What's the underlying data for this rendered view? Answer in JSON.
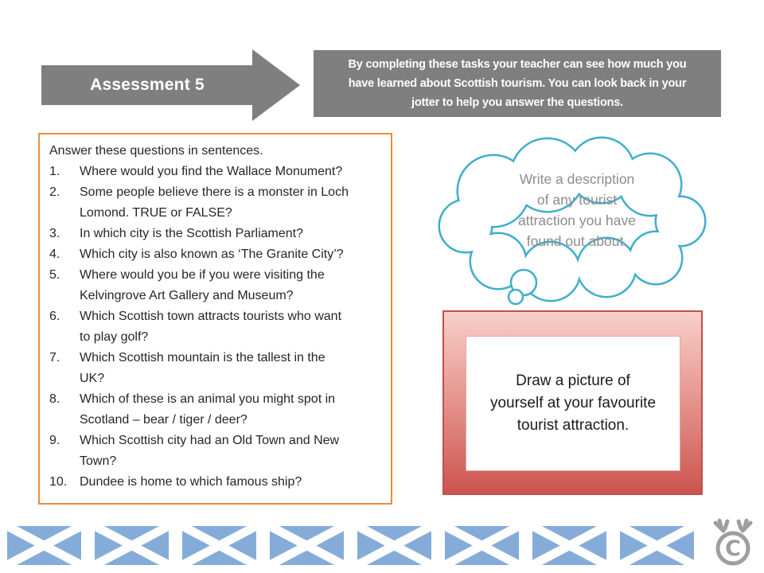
{
  "header": {
    "title": "Assessment 5",
    "intro_lines": [
      "By completing these tasks your teacher can see how much you",
      "have learned about Scottish tourism. You can look back in your",
      "jotter to help you answer the questions."
    ]
  },
  "question_panel": {
    "heading": "Answer these questions in sentences.",
    "questions": [
      {
        "num": "1.",
        "lines": [
          "Where would you find the Wallace Monument?"
        ]
      },
      {
        "num": "2.",
        "lines": [
          "Some people believe there is a monster in Loch",
          "Lomond. TRUE or FALSE?"
        ]
      },
      {
        "num": "3.",
        "lines": [
          "In which city is the Scottish Parliament?"
        ]
      },
      {
        "num": "4.",
        "lines": [
          "Which city is also known as ‘The Granite City’?"
        ]
      },
      {
        "num": "5.",
        "lines": [
          "Where would you be if you were visiting the",
          "Kelvingrove Art Gallery and Museum?"
        ]
      },
      {
        "num": "6.",
        "lines": [
          "Which Scottish town attracts tourists who want",
          "to play golf?"
        ]
      },
      {
        "num": "7.",
        "lines": [
          "Which Scottish mountain is the tallest in the",
          "UK?"
        ]
      },
      {
        "num": "8.",
        "lines": [
          "Which of these is an animal you might spot in",
          "Scotland – bear / tiger / deer?"
        ]
      },
      {
        "num": "9.",
        "lines": [
          "Which Scottish city had an Old Town and New",
          "Town?"
        ]
      },
      {
        "num": "10.",
        "lines": [
          "Dundee is home to which famous ship?"
        ]
      }
    ]
  },
  "thought_bubble": {
    "lines": [
      "Write a description",
      "of any tourist",
      "attraction you have",
      "found out about."
    ]
  },
  "draw_panel": {
    "lines": [
      "Draw a picture of",
      "yourself at your favourite",
      "tourist attraction."
    ]
  },
  "footer": {
    "flag_count": 8,
    "logo_letter": "C"
  },
  "colors": {
    "arrow_gray": "#7F7F7F",
    "intro_gray": "#7F7F7F",
    "orange_border": "#ED8C3B",
    "teal": "#3FAECB",
    "flag_blue": "#85ACD9",
    "red_light": "#F8CFCA",
    "red_dark": "#CC544E",
    "red_border": "#C0504D",
    "logo_gray": "#9E9E9E"
  }
}
